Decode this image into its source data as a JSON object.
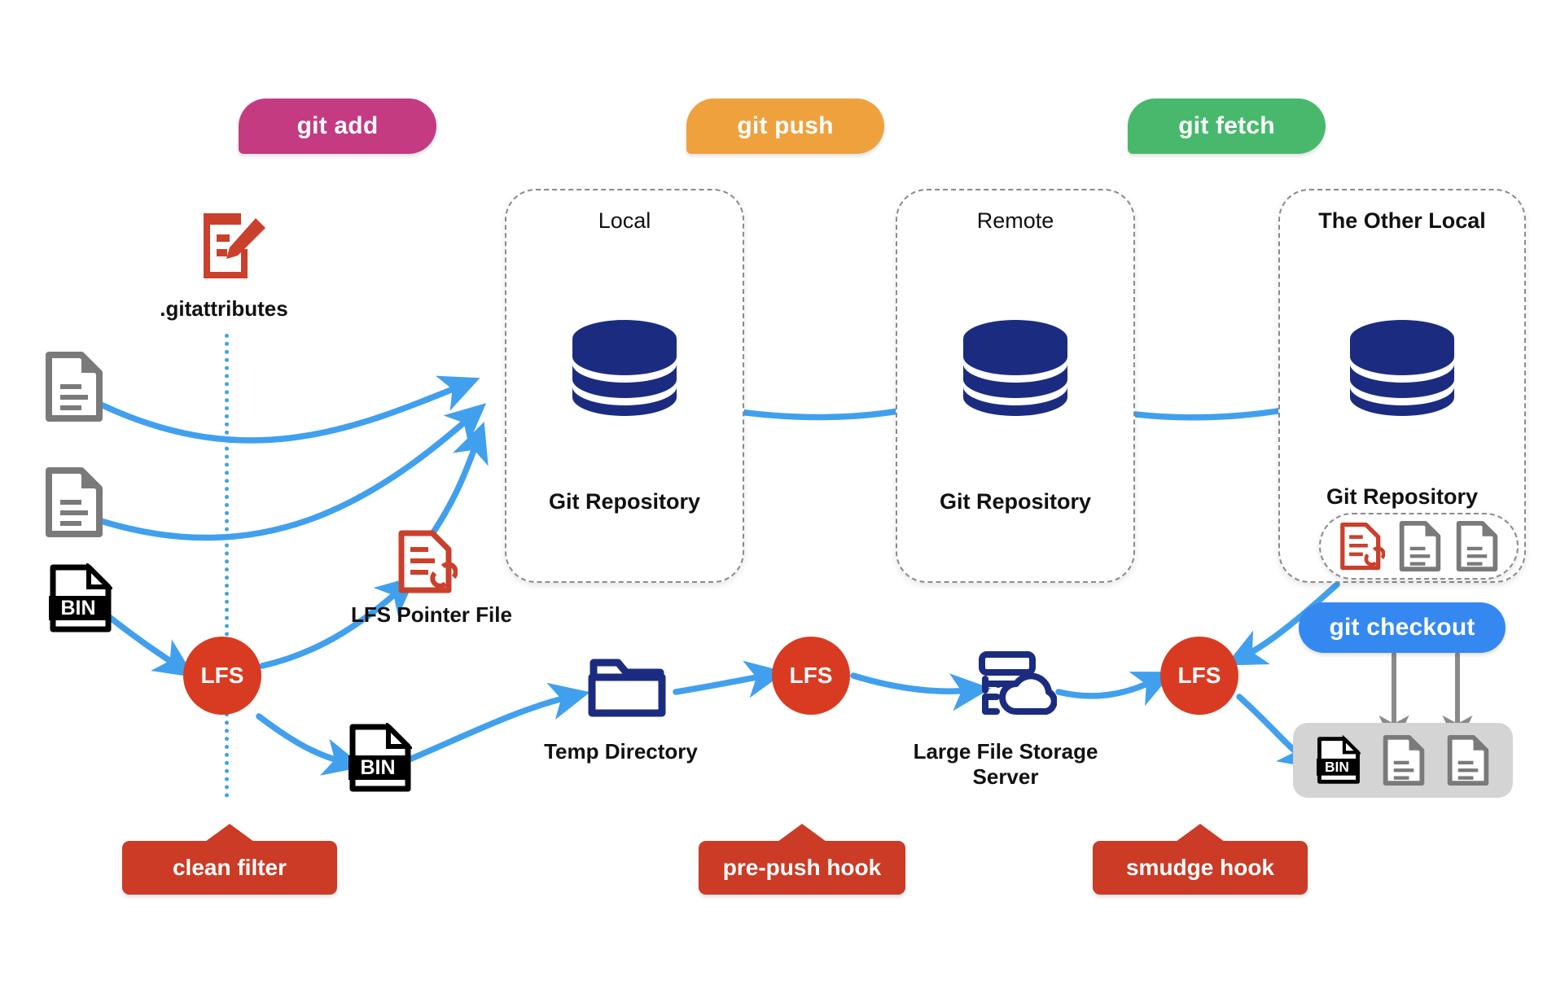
{
  "diagram": {
    "title": "Git LFS workflow",
    "colors": {
      "pink": "#C43B82",
      "orange": "#EFA13E",
      "green": "#48B96C",
      "blue": "#3588F0",
      "arrow_blue": "#41A0EE",
      "red": "#D93B22",
      "hook_red": "#CB3B25",
      "navy": "#1B2C80",
      "gray": "#7A7A7A",
      "tray_gray": "#d4d4d4",
      "divider_blue": "#3FA3E8"
    }
  },
  "commands": [
    {
      "id": "git-add",
      "label": "git add"
    },
    {
      "id": "git-push",
      "label": "git push"
    },
    {
      "id": "git-fetch",
      "label": "git fetch"
    },
    {
      "id": "git-checkout",
      "label": "git checkout"
    }
  ],
  "repos": [
    {
      "id": "local",
      "title": "Local",
      "sub": "Git Repository"
    },
    {
      "id": "remote",
      "title": "Remote",
      "sub": "Git Repository"
    },
    {
      "id": "other-local",
      "title": "The Other Local",
      "sub": "Git Repository"
    }
  ],
  "nodes": {
    "gitattributes": {
      "label": ".gitattributes",
      "icon": "document-pencil-icon"
    },
    "lfs_pointer": {
      "label": "LFS Pointer File",
      "icon": "document-link-icon"
    },
    "temp_dir": {
      "label": "Temp Directory",
      "icon": "folder-icon"
    },
    "lfs_server": {
      "label": "Large File Storage Server",
      "label_line1": "Large File Storage",
      "label_line2": "Server",
      "icon": "server-cloud-icon"
    },
    "lfs_circles": [
      {
        "label": "LFS"
      },
      {
        "label": "LFS"
      },
      {
        "label": "LFS"
      }
    ]
  },
  "hooks": [
    {
      "id": "clean-filter",
      "label": "clean filter"
    },
    {
      "id": "pre-push-hook",
      "label": "pre-push hook"
    },
    {
      "id": "smudge-hook",
      "label": "smudge hook"
    }
  ],
  "files": {
    "bin_label": "BIN",
    "source_files": [
      {
        "type": "text-document",
        "label": ""
      },
      {
        "type": "text-document",
        "label": ""
      },
      {
        "type": "binary-document",
        "label": "BIN"
      }
    ],
    "other_local_tray": [
      {
        "type": "lfs-pointer-document",
        "label": ""
      },
      {
        "type": "text-document",
        "label": ""
      },
      {
        "type": "text-document",
        "label": ""
      }
    ],
    "working_dir_tray": [
      {
        "type": "binary-document",
        "label": "BIN"
      },
      {
        "type": "text-document",
        "label": ""
      },
      {
        "type": "text-document",
        "label": ""
      }
    ]
  }
}
